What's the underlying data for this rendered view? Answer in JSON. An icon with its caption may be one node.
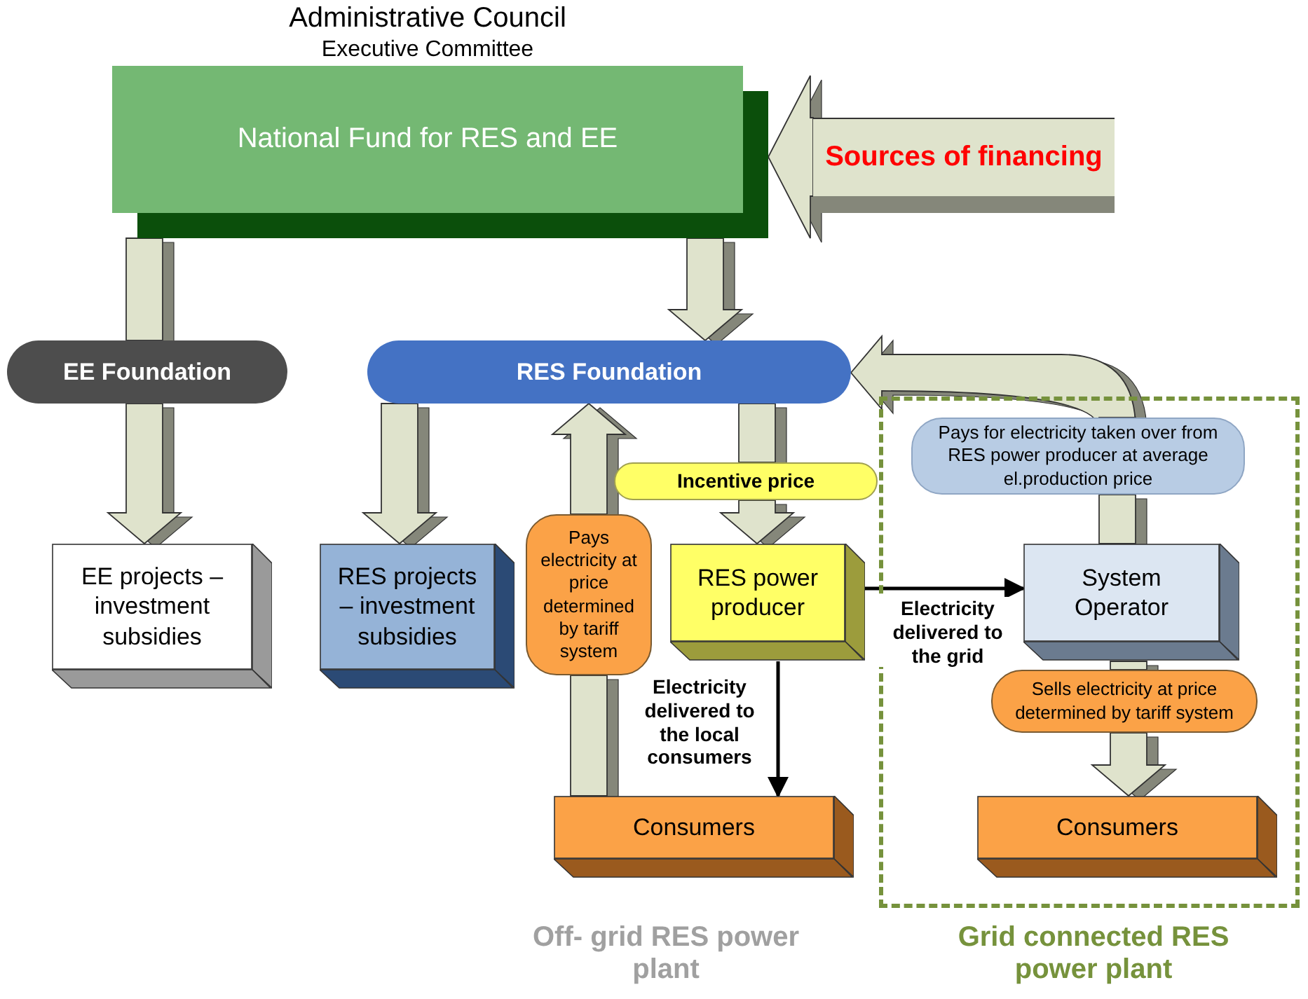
{
  "diagram": {
    "nodes": [
      {
        "text": [
          "Administrative Council",
          "Executive Committee",
          "National Fund for RES and EE"
        ]
      },
      {
        "text": [
          "Sources of financing"
        ]
      },
      {
        "text": [
          "EE Foundation"
        ]
      },
      {
        "text": [
          "RES Foundation"
        ]
      },
      {
        "text": [
          "EE projects – investment subsidies"
        ]
      },
      {
        "text": [
          "RES projects – investment subsidies"
        ]
      },
      {
        "text": [
          "Pays electricity at price determined by tariff system"
        ]
      },
      {
        "text": [
          "Incentive price"
        ]
      },
      {
        "text": [
          "RES power producer"
        ]
      },
      {
        "text": [
          "Consumers"
        ]
      },
      {
        "text": [
          "Grid connected RES power plant"
        ]
      },
      {
        "text": [
          "Pays for electricity taken over from RES power producer at average el.production price"
        ],
        "in": 10
      },
      {
        "text": [
          "System Operator"
        ],
        "in": 10
      },
      {
        "text": [
          "Sells electricity at price determined by tariff system"
        ],
        "in": 10
      },
      {
        "text": [
          "Consumers"
        ],
        "in": 10
      }
    ],
    "edges": [
      {
        "from": 1,
        "to": 0,
        "arrow": "to"
      },
      {
        "from": 0,
        "to": 2,
        "arrow": "none"
      },
      {
        "from": 2,
        "to": 4,
        "arrow": "to"
      },
      {
        "from": 0,
        "to": 3,
        "arrow": "to"
      },
      {
        "from": 3,
        "to": 5,
        "arrow": "to"
      },
      {
        "from": 9,
        "to": 6,
        "arrow": "none"
      },
      {
        "from": 6,
        "to": 3,
        "arrow": "to"
      },
      {
        "from": 3,
        "to": 7,
        "arrow": "none"
      },
      {
        "from": 7,
        "to": 8,
        "arrow": "to"
      },
      {
        "from": 8,
        "to": 12,
        "arrow": "to",
        "label": "Electricity delivered to the grid",
        "color": "#000000"
      },
      {
        "from": 8,
        "to": 9,
        "arrow": "to",
        "label": "Electricity delivered to the local consumers",
        "color": "#000000"
      },
      {
        "from": 12,
        "to": 11,
        "arrow": "none"
      },
      {
        "from": 11,
        "to": 3,
        "arrow": "to"
      },
      {
        "from": 12,
        "to": 13,
        "arrow": "none"
      },
      {
        "from": 13,
        "to": 14,
        "arrow": "to"
      }
    ],
    "labels": [
      "Off- grid RES power plant"
    ]
  }
}
